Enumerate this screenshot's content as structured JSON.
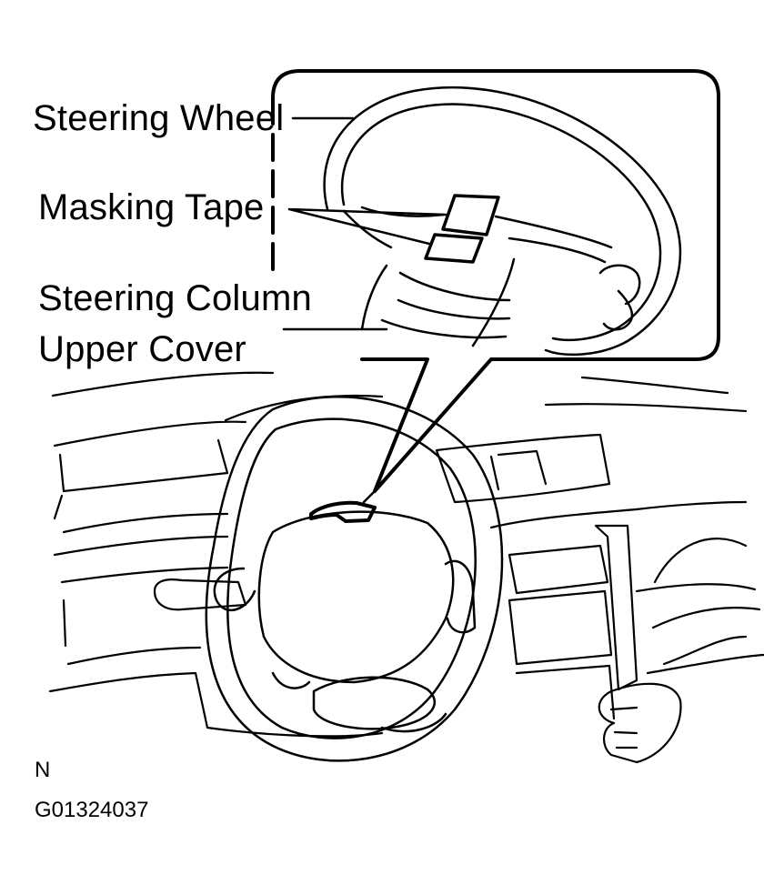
{
  "labels": {
    "steering_wheel": "Steering Wheel",
    "masking_tape": "Masking Tape",
    "steering_column_line1": "Steering Column",
    "steering_column_line2": "Upper Cover"
  },
  "footer": {
    "view_code": "N",
    "figure_id": "G01324037"
  },
  "colors": {
    "ink": "#000000",
    "background": "#ffffff"
  }
}
